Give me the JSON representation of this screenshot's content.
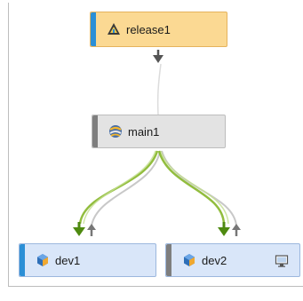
{
  "nodes": {
    "release": {
      "label": "release1",
      "icon": "release-stream-icon"
    },
    "main": {
      "label": "main1",
      "icon": "mainline-stream-icon"
    },
    "dev1": {
      "label": "dev1",
      "icon": "development-stream-icon"
    },
    "dev2": {
      "label": "dev2",
      "icon": "development-stream-icon",
      "badge_icon": "monitor-icon"
    }
  },
  "connections": [
    {
      "from": "main",
      "to": "release",
      "merge_arrow": "down"
    },
    {
      "from": "dev1",
      "to": "main",
      "merge_arrow": "down",
      "copy_arrow": "up"
    },
    {
      "from": "dev2",
      "to": "main",
      "merge_arrow": "down",
      "copy_arrow": "up"
    }
  ],
  "colors": {
    "merge_path": "#7fb21c",
    "copy_path": "#c8c8c8",
    "accent": "#2b8fd6",
    "neutral_stripe": "#7e7e7e"
  }
}
